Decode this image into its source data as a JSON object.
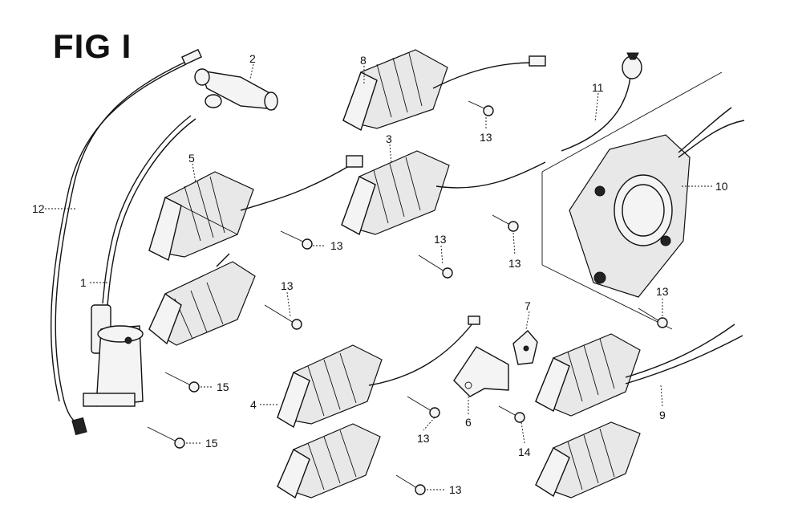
{
  "figure": {
    "title": "FIG I"
  },
  "callouts": [
    "1",
    "2",
    "3",
    "4",
    "5",
    "6",
    "7",
    "8",
    "9",
    "10",
    "11",
    "12",
    "13",
    "14",
    "15"
  ],
  "labels": {
    "l1": "1",
    "l2": "2",
    "l3": "3",
    "l4": "4",
    "l5": "5",
    "l6": "6",
    "l7": "7",
    "l8": "8",
    "l9": "9",
    "l10": "10",
    "l11": "11",
    "l12": "12",
    "l13a": "13",
    "l13b": "13",
    "l13c": "13",
    "l13d": "13",
    "l13e": "13",
    "l13f": "13",
    "l13g": "13",
    "l13h": "13",
    "l14": "14",
    "l15a": "15",
    "l15b": "15"
  }
}
